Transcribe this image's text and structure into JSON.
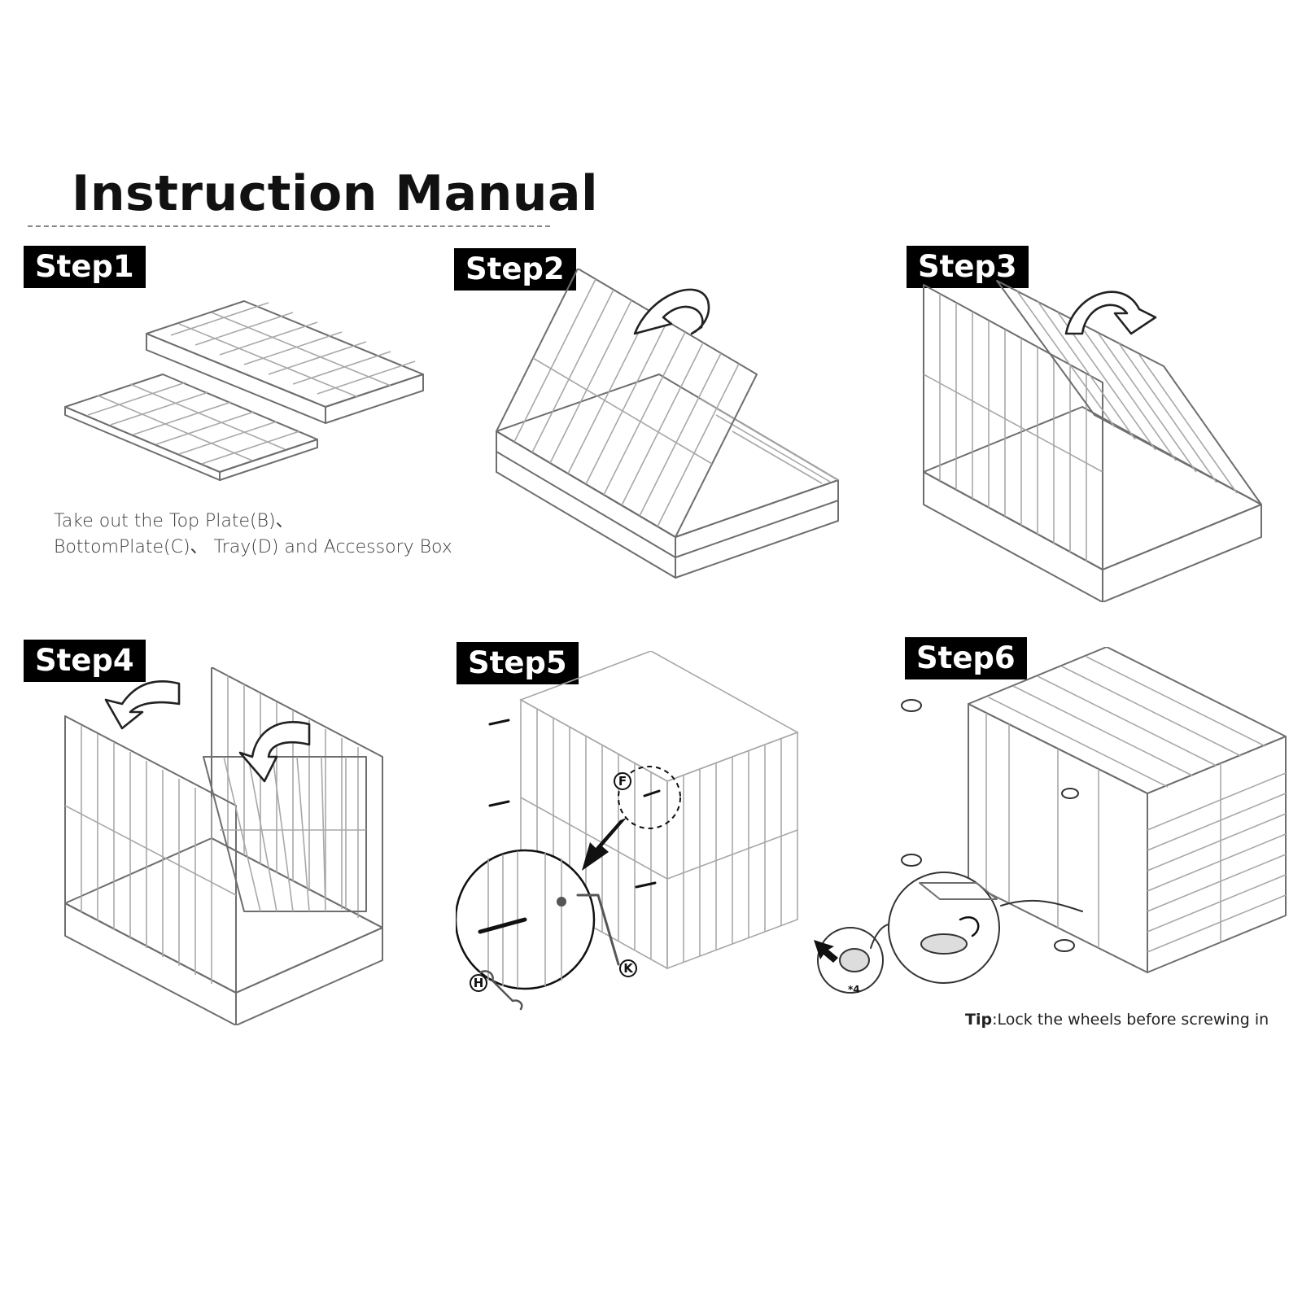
{
  "title": "Instruction Manual",
  "steps": [
    {
      "label": "Step1",
      "caption_line1": "Take out the Top Plate(B)、",
      "caption_line2": "BottomPlate(C)、 Tray(D) and Accessory Box"
    },
    {
      "label": "Step2"
    },
    {
      "label": "Step3"
    },
    {
      "label": "Step4"
    },
    {
      "label": "Step5",
      "callouts": [
        "F",
        "H",
        "K"
      ]
    },
    {
      "label": "Step6",
      "multiplier": "*4",
      "tip_label": "Tip",
      "tip_text": ":Lock the wheels before screwing in"
    }
  ]
}
